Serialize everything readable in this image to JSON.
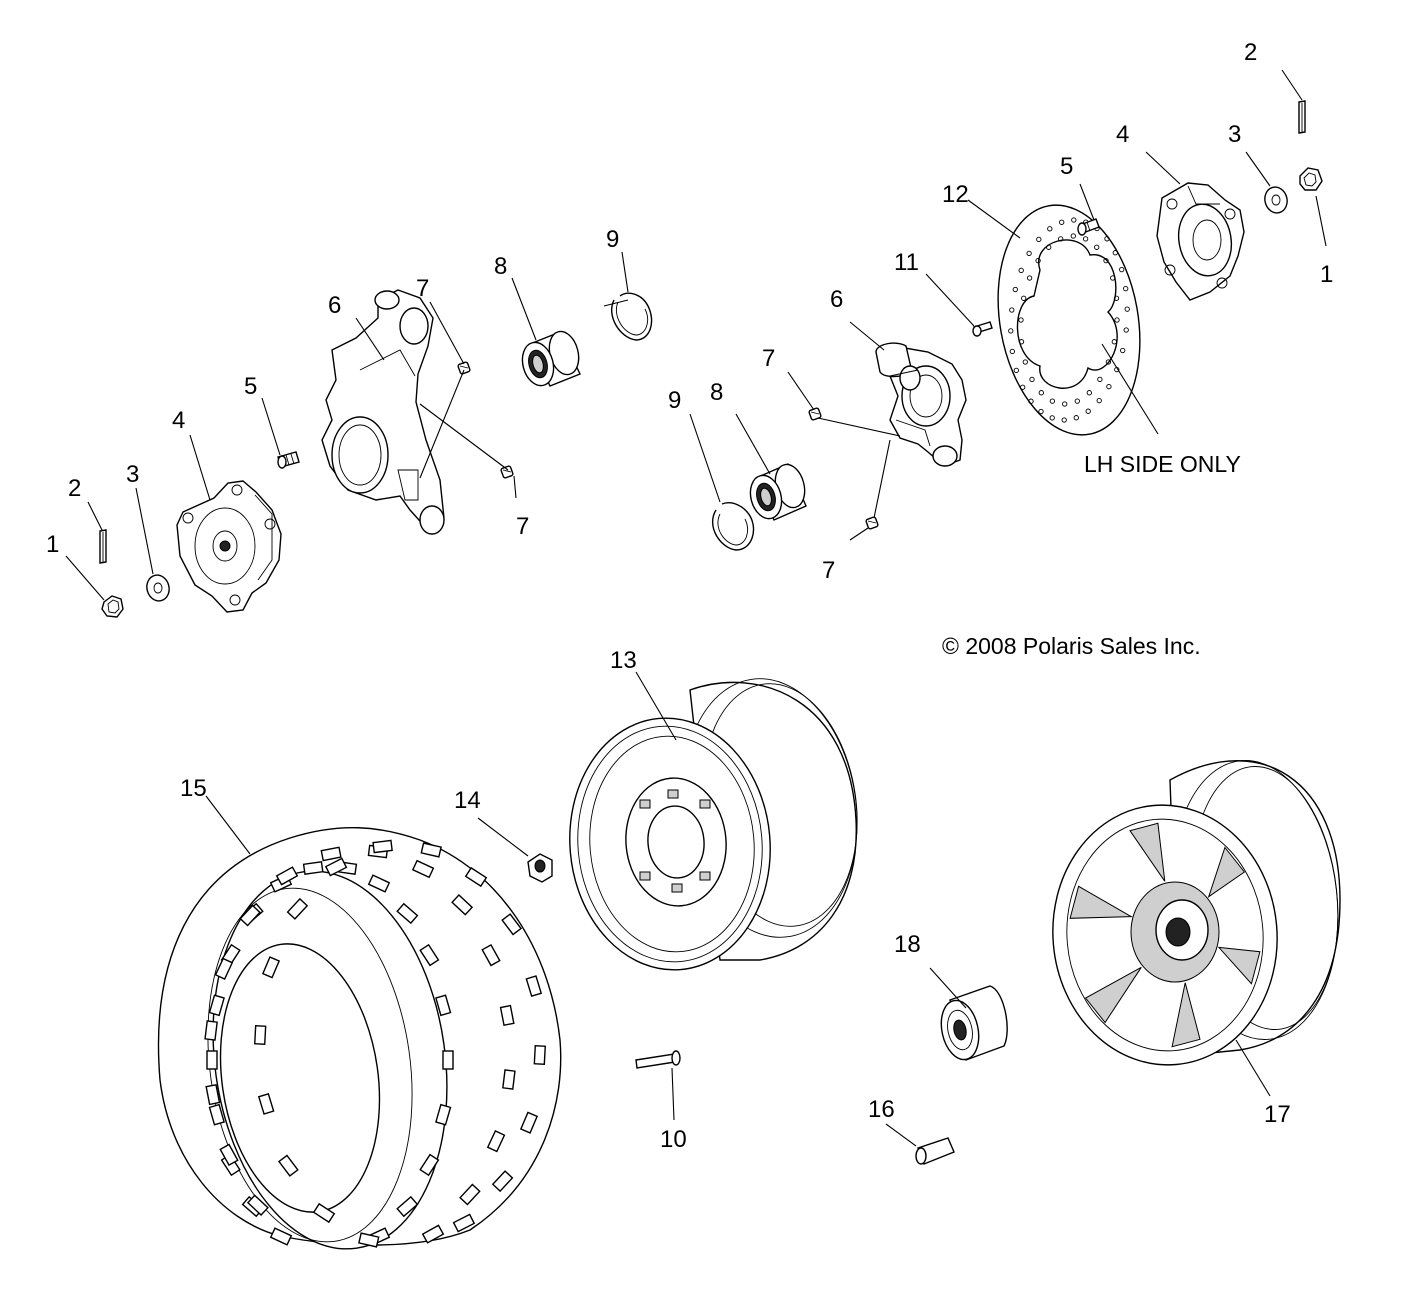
{
  "callouts": {
    "c1_left": "1",
    "c2_left": "2",
    "c3_left": "3",
    "c4_left": "4",
    "c5_left": "5",
    "c6_left": "6",
    "c7_left_top": "7",
    "c7_left_bot": "7",
    "c8_left": "8",
    "c9_left": "9",
    "c1_right": "1",
    "c2_right": "2",
    "c3_right": "3",
    "c4_right": "4",
    "c5_right": "5",
    "c6_right": "6",
    "c7_right_top": "7",
    "c7_right_bot": "7",
    "c8_right": "8",
    "c9_right": "9",
    "c10": "10",
    "c11": "11",
    "c12": "12",
    "c13": "13",
    "c14": "14",
    "c15": "15",
    "c16": "16",
    "c17": "17",
    "c18": "18"
  },
  "notes": {
    "lh_side": "LH SIDE ONLY",
    "copyright": "© 2008 Polaris Sales Inc."
  }
}
